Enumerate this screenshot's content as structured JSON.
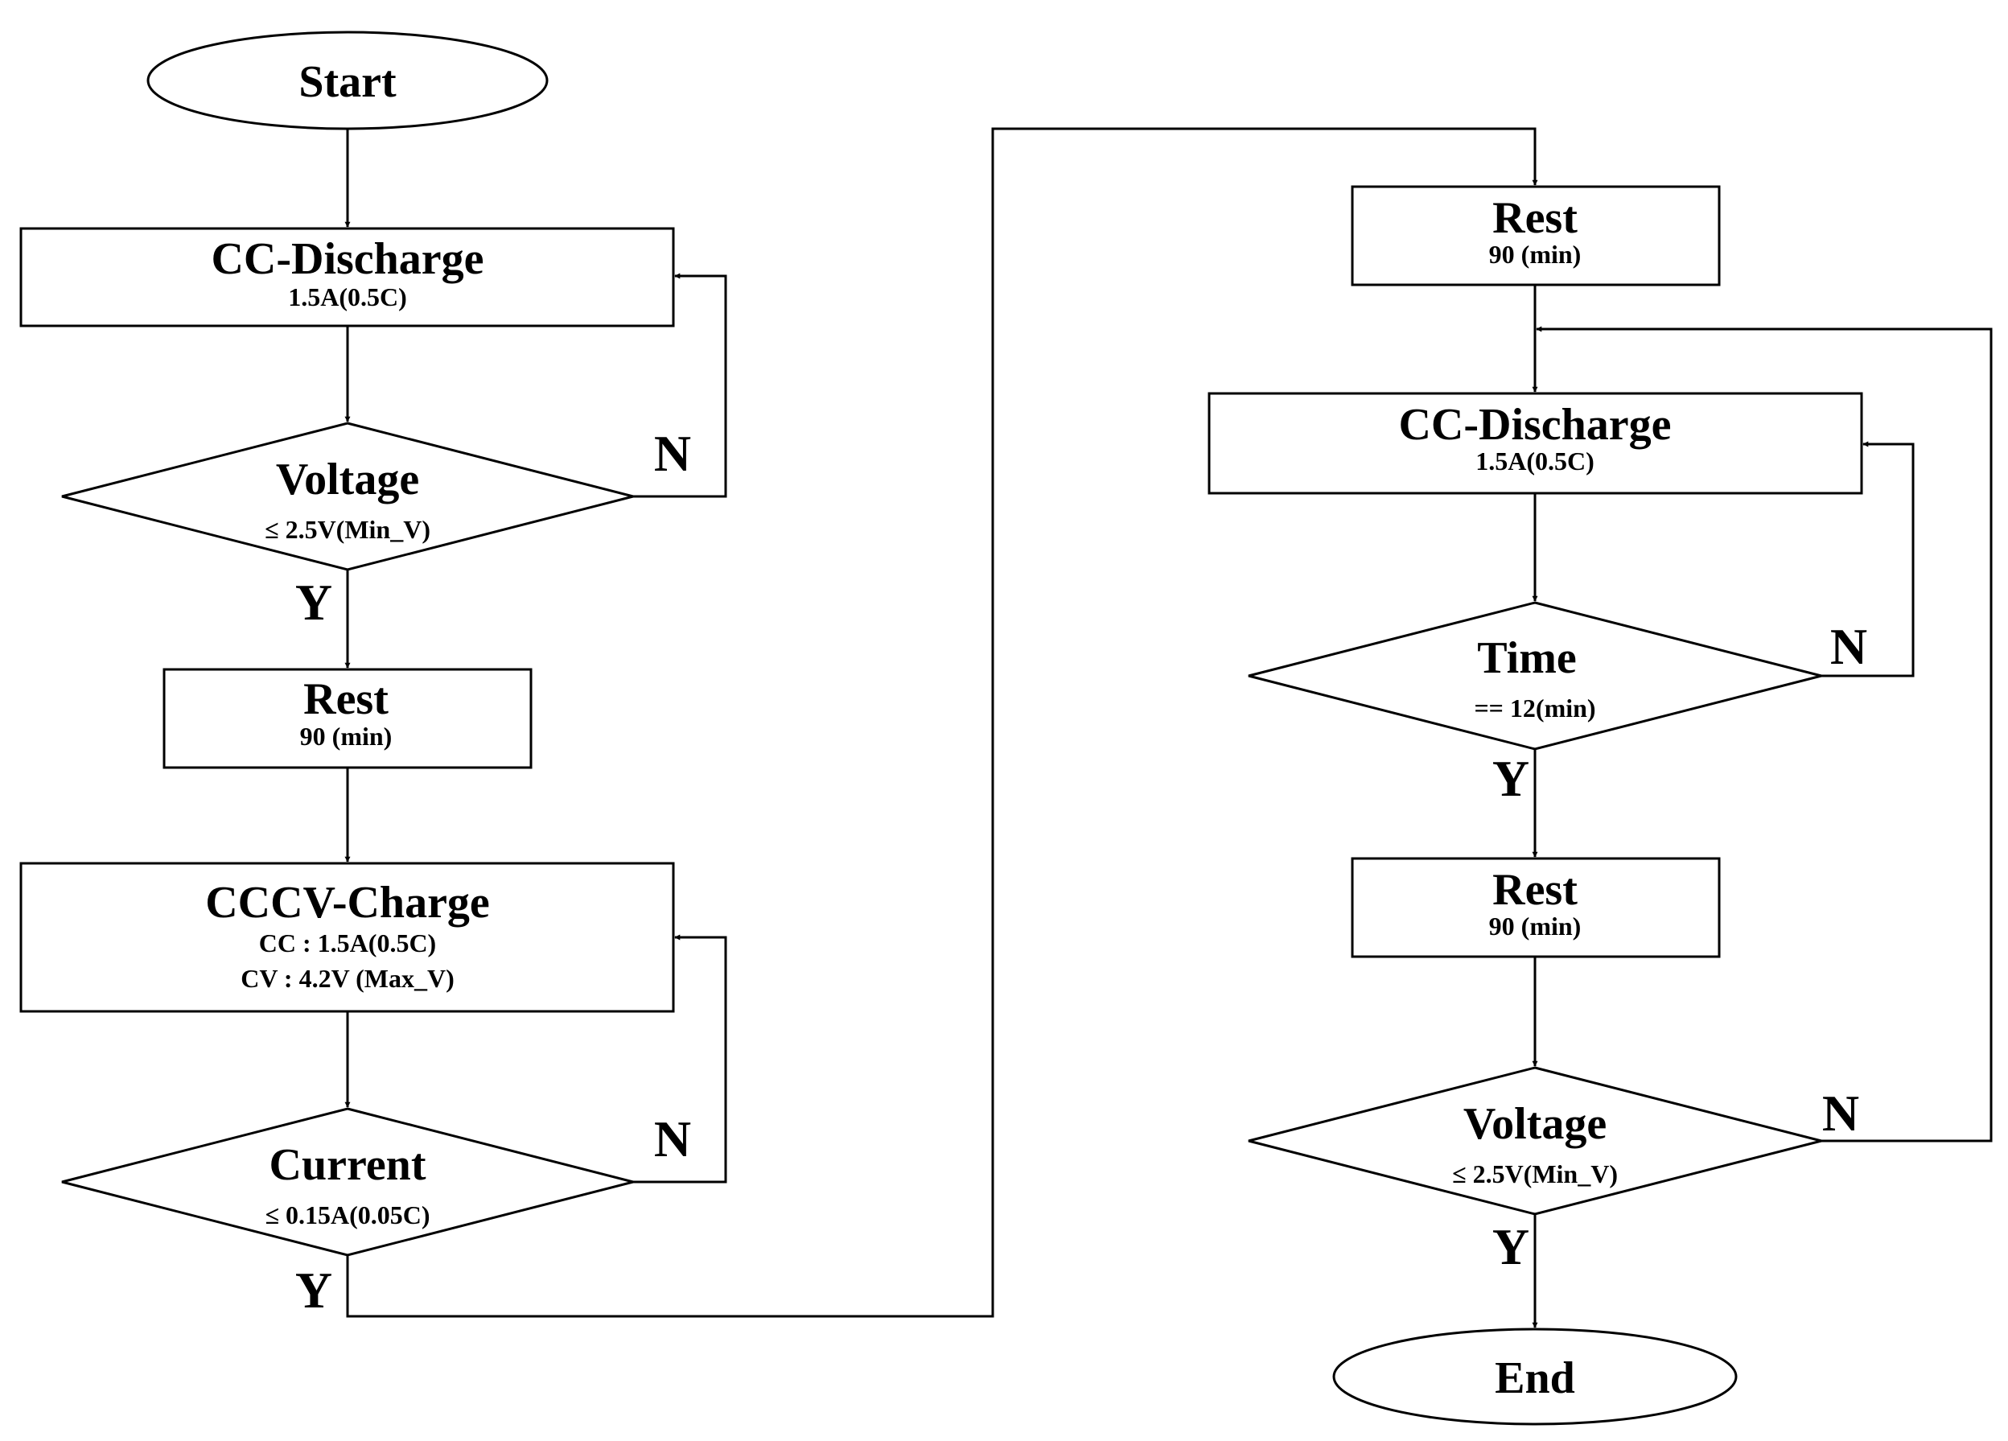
{
  "nodes": {
    "start": {
      "label": "Start"
    },
    "cc_discharge_1": {
      "title": "CC-Discharge",
      "lines": [
        "1.5A(0.5C)"
      ]
    },
    "voltage_check_1": {
      "title": "Voltage",
      "condition": "≤ 2.5V(Min_V)"
    },
    "rest_1": {
      "title": "Rest",
      "lines": [
        "90 (min)"
      ]
    },
    "cccv_charge": {
      "title": "CCCV-Charge",
      "lines": [
        "CC : 1.5A(0.5C)",
        "CV : 4.2V (Max_V)"
      ]
    },
    "current_check": {
      "title": "Current",
      "condition": "≤ 0.15A(0.05C)"
    },
    "rest_2": {
      "title": "Rest",
      "lines": [
        "90 (min)"
      ]
    },
    "cc_discharge_2": {
      "title": "CC-Discharge",
      "lines": [
        "1.5A(0.5C)"
      ]
    },
    "time_check": {
      "title": "Time",
      "condition": "== 12(min)"
    },
    "rest_3": {
      "title": "Rest",
      "lines": [
        "90 (min)"
      ]
    },
    "voltage_check_2": {
      "title": "Voltage",
      "condition": "≤ 2.5V(Min_V)"
    },
    "end": {
      "label": "End"
    }
  },
  "branch_labels": {
    "yes": "Y",
    "no": "N"
  }
}
